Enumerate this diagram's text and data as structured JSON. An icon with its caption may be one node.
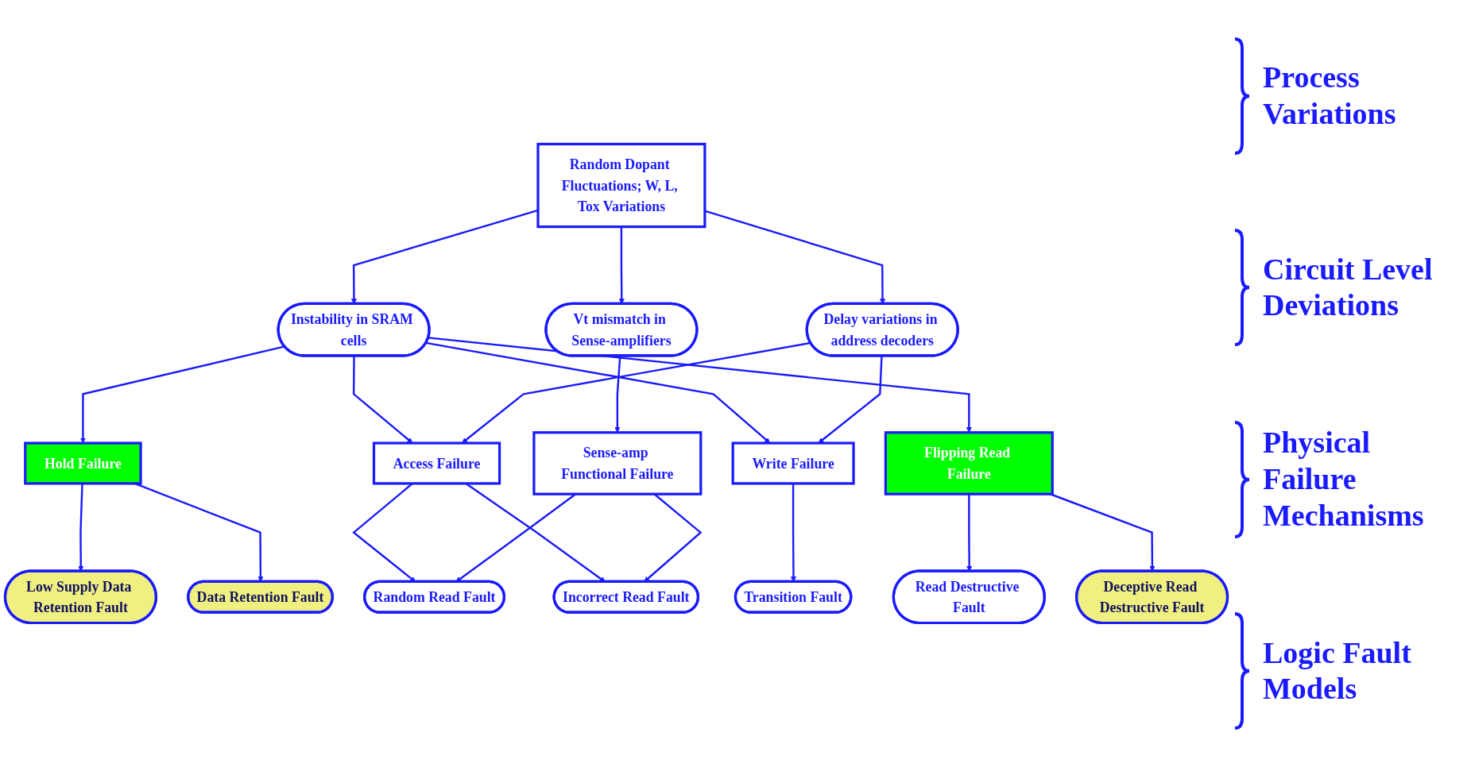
{
  "diagram": {
    "nodes": [
      {
        "text": [
          "Random Dopant Fluctuations; W, L, Tox Variations"
        ]
      },
      {
        "text": [
          "Instability in SRAM cells"
        ]
      },
      {
        "text": [
          "Vt mismatch in Sense-amplifiers"
        ]
      },
      {
        "text": [
          "Delay variations in address decoders"
        ]
      },
      {
        "text": [
          "Hold Failure"
        ]
      },
      {
        "text": [
          "Access Failure"
        ]
      },
      {
        "text": [
          "Sense-amp Functional Failure"
        ]
      },
      {
        "text": [
          "Write Failure"
        ]
      },
      {
        "text": [
          "Flipping Read Failure"
        ]
      },
      {
        "text": [
          "Low Supply Data Retention Fault"
        ]
      },
      {
        "text": [
          "Data Retention Fault"
        ]
      },
      {
        "text": [
          "Random Read Fault"
        ]
      },
      {
        "text": [
          "Incorrect Read Fault"
        ]
      },
      {
        "text": [
          "Transition Fault"
        ]
      },
      {
        "text": [
          "Read Destructive Fault"
        ]
      },
      {
        "text": [
          "Deceptive Read Destructive Fault"
        ]
      }
    ],
    "edges": [
      {
        "from": 0,
        "to": 1,
        "arrow": "to"
      },
      {
        "from": 0,
        "to": 2,
        "arrow": "to"
      },
      {
        "from": 0,
        "to": 3,
        "arrow": "to"
      },
      {
        "from": 1,
        "to": 4,
        "arrow": "to"
      },
      {
        "from": 1,
        "to": 5,
        "arrow": "to"
      },
      {
        "from": 1,
        "to": 7,
        "arrow": "to"
      },
      {
        "from": 1,
        "to": 8,
        "arrow": "to"
      },
      {
        "from": 2,
        "to": 6,
        "arrow": "to"
      },
      {
        "from": 3,
        "to": 5,
        "arrow": "to"
      },
      {
        "from": 3,
        "to": 7,
        "arrow": "to"
      },
      {
        "from": 4,
        "to": 9,
        "arrow": "to"
      },
      {
        "from": 4,
        "to": 10,
        "arrow": "to"
      },
      {
        "from": 5,
        "to": 11,
        "arrow": "to"
      },
      {
        "from": 5,
        "to": 12,
        "arrow": "to"
      },
      {
        "from": 6,
        "to": 11,
        "arrow": "to"
      },
      {
        "from": 6,
        "to": 12,
        "arrow": "to"
      },
      {
        "from": 7,
        "to": 13,
        "arrow": "to"
      },
      {
        "from": 8,
        "to": 14,
        "arrow": "to"
      },
      {
        "from": 8,
        "to": 15,
        "arrow": "to"
      }
    ],
    "labels": [
      "Process Variations",
      "Circuit Level Deviations",
      "Physical Failure Mechanisms",
      "Logic Fault Models"
    ]
  }
}
